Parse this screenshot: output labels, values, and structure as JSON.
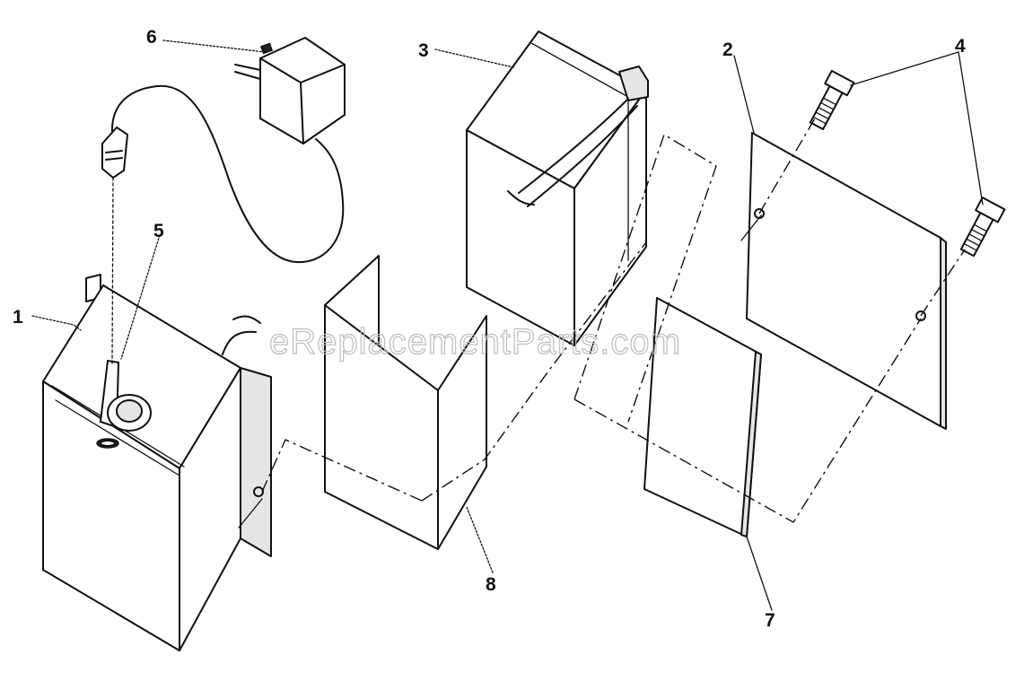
{
  "watermark": "eReplacementParts.com",
  "callouts": {
    "c1": "1",
    "c2": "2",
    "c3": "3",
    "c4": "4",
    "c5": "5",
    "c6": "6",
    "c7": "7",
    "c8": "8"
  }
}
